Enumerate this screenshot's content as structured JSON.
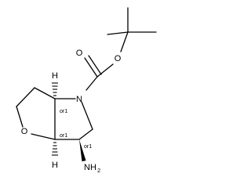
{
  "molecule": {
    "atoms": {
      "nitrogen": "N",
      "carbonyl_oxygen": "O",
      "ester_oxygen": "O",
      "ring_oxygen": "O",
      "amine": "NH",
      "amine_subscript": "2",
      "hydrogen_top": "H",
      "hydrogen_bottom": "H"
    },
    "stereo_labels": {
      "c3a": "or1",
      "c6a": "or1",
      "c6": "or1"
    }
  }
}
